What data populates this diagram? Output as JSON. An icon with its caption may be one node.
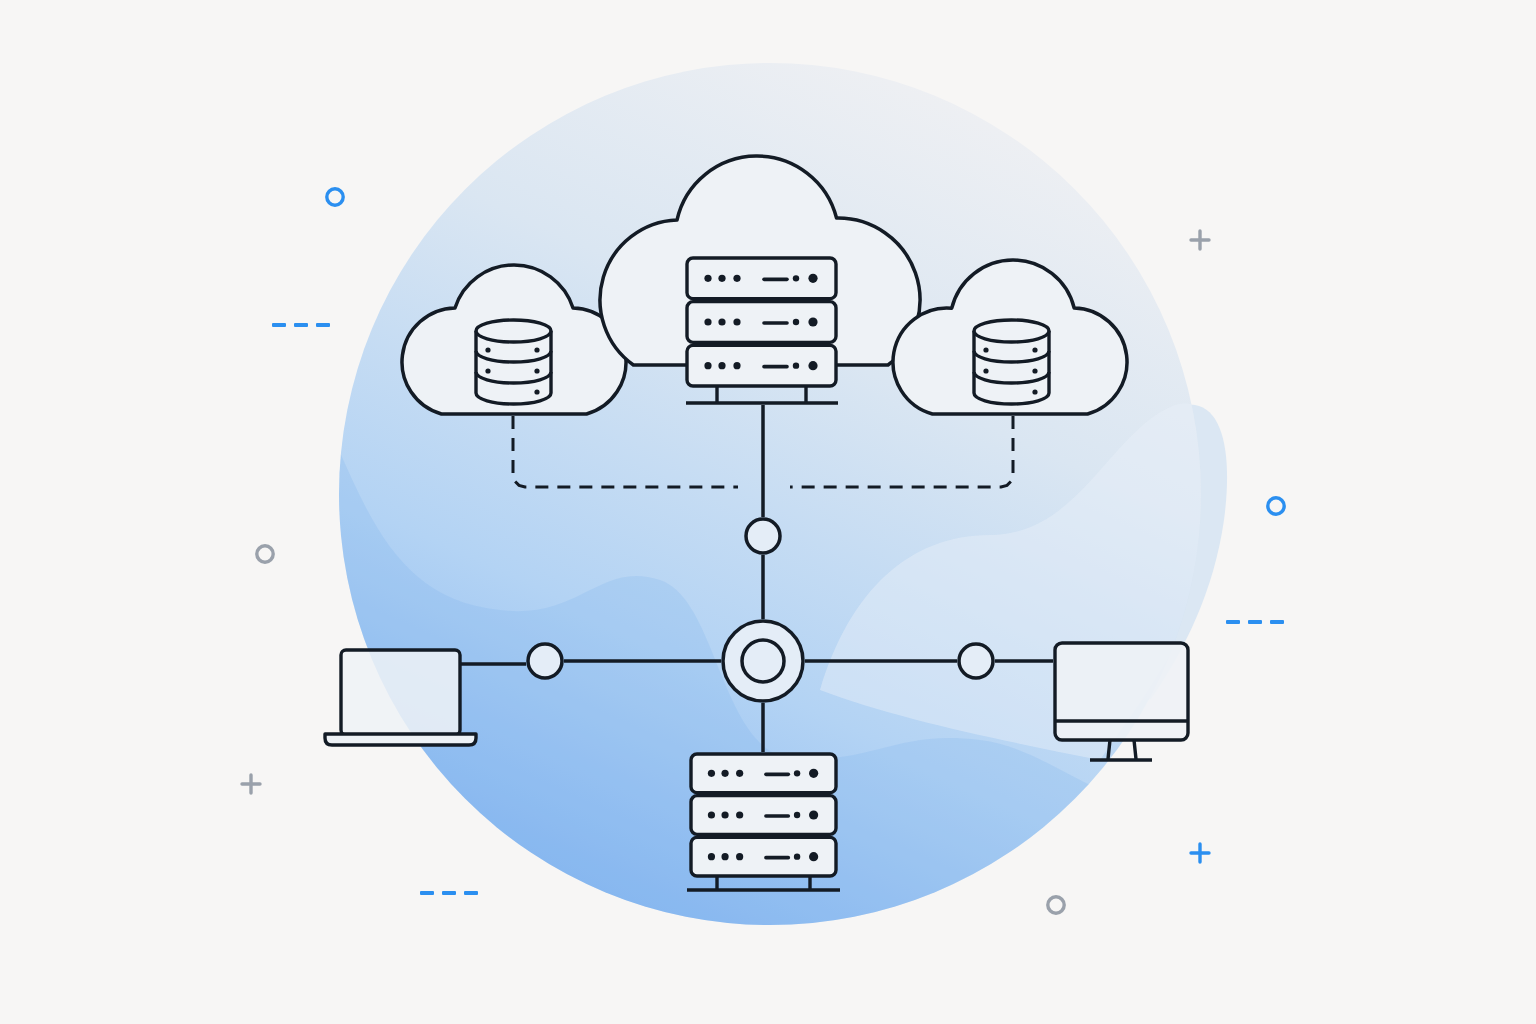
{
  "diagram": {
    "nodes": [
      {
        "text": [],
        "shape": "cloud"
      },
      {
        "text": [],
        "shape": "cylinder",
        "in": 0
      },
      {
        "text": [],
        "shape": "cloud"
      },
      {
        "text": [],
        "shape": "picture"
      },
      {
        "text": [],
        "shape": "cloud"
      },
      {
        "text": [],
        "shape": "cylinder",
        "in": 4
      },
      {
        "text": [],
        "shape": "circle"
      },
      {
        "text": [],
        "shape": "picture"
      },
      {
        "text": [],
        "shape": "circle"
      },
      {
        "text": [],
        "shape": "circle"
      },
      {
        "text": [],
        "shape": "circle"
      },
      {
        "text": [],
        "shape": "box"
      },
      {
        "text": [],
        "shape": "picture"
      }
    ],
    "edges": [
      {
        "from": 3,
        "to": 6,
        "arrow": "none"
      },
      {
        "from": 6,
        "to": 9,
        "arrow": "none"
      },
      {
        "from": 9,
        "to": 8,
        "arrow": "none"
      },
      {
        "from": 8,
        "to": 7,
        "arrow": "none"
      },
      {
        "from": 9,
        "to": 10,
        "arrow": "none"
      },
      {
        "from": 10,
        "to": 11,
        "arrow": "none"
      },
      {
        "from": 9,
        "to": 12,
        "arrow": "none"
      },
      {
        "from": 0,
        "to": null,
        "arrow": "none",
        "style": "dashed"
      },
      {
        "from": 4,
        "to": null,
        "arrow": "none",
        "style": "dashed"
      }
    ]
  }
}
